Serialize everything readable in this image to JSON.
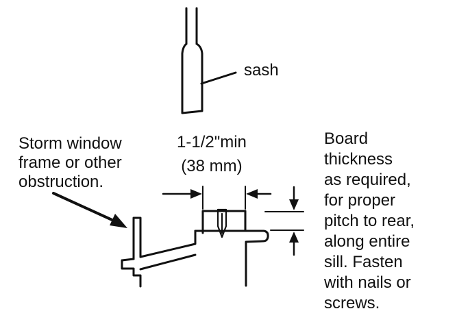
{
  "labels": {
    "sash": "sash",
    "obstruction": [
      "Storm window",
      "frame or other",
      "obstruction."
    ],
    "width": [
      "1-1/2\"min",
      "(38 mm)"
    ],
    "board_note": [
      "Board",
      "thickness",
      "as required,",
      "for proper",
      "pitch to rear,",
      "along entire",
      "sill. Fasten",
      "with nails or",
      "screws."
    ]
  }
}
